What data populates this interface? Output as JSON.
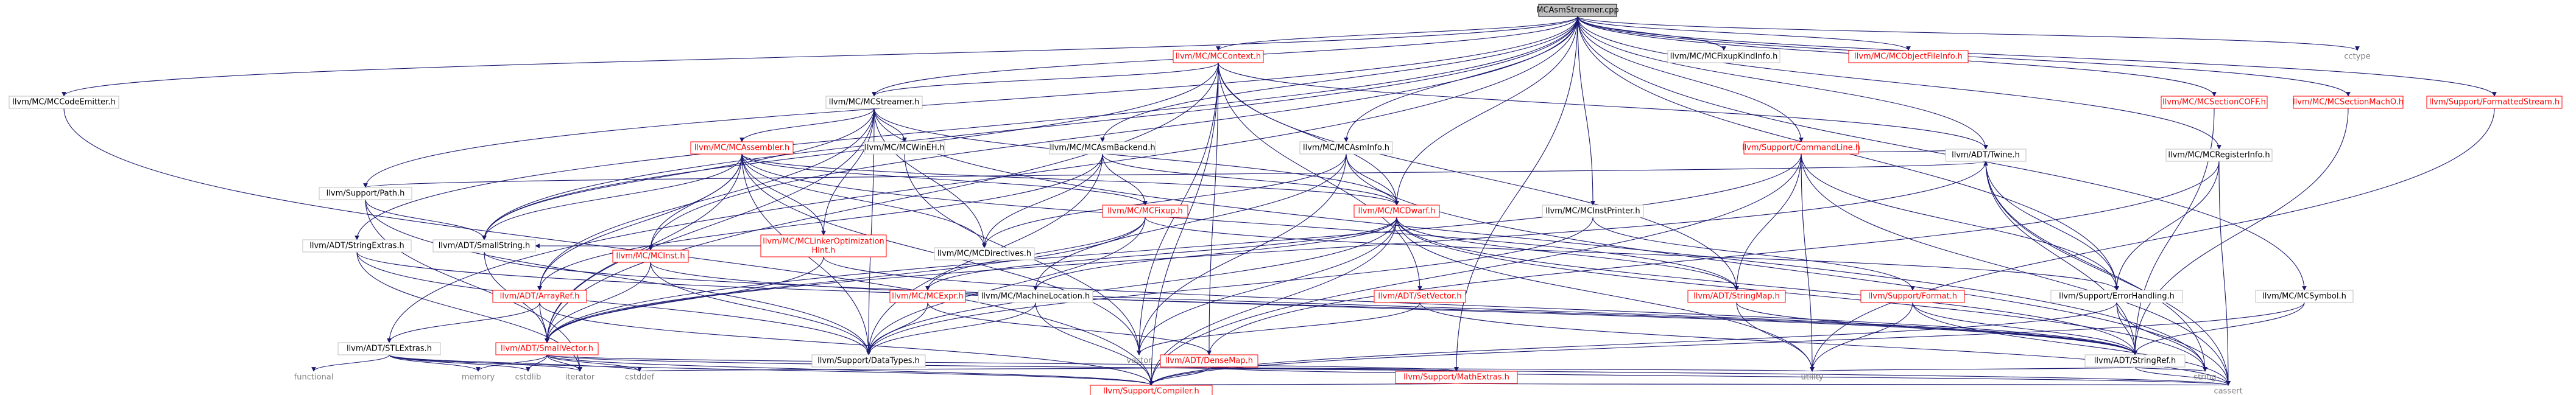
{
  "colors": {
    "edge": "#191970",
    "border_default": "#bfbfbf",
    "border_red": "#ff0000",
    "border_root": "#000000",
    "fill_default": "#ffffff",
    "fill_root": "#bfbfbf",
    "text_default": "#000000",
    "text_red": "#ff0000",
    "text_external": "#7f7f7f"
  },
  "nodes": [
    {
      "id": "root",
      "label": "MCAsmStreamer.cpp",
      "kind": "root"
    },
    {
      "id": "codeemitter",
      "label": "llvm/MC/MCCodeEmitter.h",
      "kind": "normal"
    },
    {
      "id": "path",
      "label": "llvm/Support/Path.h",
      "kind": "normal"
    },
    {
      "id": "stringextras",
      "label": "llvm/ADT/StringExtras.h",
      "kind": "normal"
    },
    {
      "id": "mccontext",
      "label": "llvm/MC/MCContext.h",
      "kind": "red"
    },
    {
      "id": "mcstreamer",
      "label": "llvm/MC/MCStreamer.h",
      "kind": "normal"
    },
    {
      "id": "mcasmbackend",
      "label": "llvm/MC/MCAsmBackend.h",
      "kind": "normal"
    },
    {
      "id": "mcasminfo",
      "label": "llvm/MC/MCAsmInfo.h",
      "kind": "normal"
    },
    {
      "id": "mcfixupkindinfo",
      "label": "llvm/MC/MCFixupKindInfo.h",
      "kind": "normal"
    },
    {
      "id": "mcinstprinter",
      "label": "llvm/MC/MCInstPrinter.h",
      "kind": "normal"
    },
    {
      "id": "commandline",
      "label": "llvm/Support/CommandLine.h",
      "kind": "red"
    },
    {
      "id": "mcobjectfileinfo",
      "label": "llvm/MC/MCObjectFileInfo.h",
      "kind": "red"
    },
    {
      "id": "twine",
      "label": "llvm/ADT/Twine.h",
      "kind": "normal"
    },
    {
      "id": "mcregisterinfo",
      "label": "llvm/MC/MCRegisterInfo.h",
      "kind": "normal"
    },
    {
      "id": "mcsectioncoff",
      "label": "llvm/MC/MCSectionCOFF.h",
      "kind": "red"
    },
    {
      "id": "mcsectionmacho",
      "label": "llvm/MC/MCSectionMachO.h",
      "kind": "red"
    },
    {
      "id": "formattedstream",
      "label": "llvm/Support/FormattedStream.h",
      "kind": "red"
    },
    {
      "id": "cctype",
      "label": "cctype",
      "kind": "external"
    },
    {
      "id": "mcassembler",
      "label": "llvm/MC/MCAssembler.h",
      "kind": "red"
    },
    {
      "id": "mcwineh",
      "label": "llvm/MC/MCWinEH.h",
      "kind": "normal"
    },
    {
      "id": "smallstring",
      "label": "llvm/ADT/SmallString.h",
      "kind": "normal"
    },
    {
      "id": "mclinkeropt",
      "label": "llvm/MC/MCLinkerOptimization\nHint.h",
      "kind": "red"
    },
    {
      "id": "mcdirectives",
      "label": "llvm/MC/MCDirectives.h",
      "kind": "normal"
    },
    {
      "id": "mcfixup",
      "label": "llvm/MC/MCFixup.h",
      "kind": "red"
    },
    {
      "id": "mcdwarf",
      "label": "llvm/MC/MCDwarf.h",
      "kind": "red"
    },
    {
      "id": "arrayref",
      "label": "llvm/ADT/ArrayRef.h",
      "kind": "red"
    },
    {
      "id": "mcinst",
      "label": "llvm/MC/MCInst.h",
      "kind": "red"
    },
    {
      "id": "mcexpr",
      "label": "llvm/MC/MCExpr.h",
      "kind": "red"
    },
    {
      "id": "mcmachineloc",
      "label": "llvm/MC/MachineLocation.h",
      "kind": "normal"
    },
    {
      "id": "setvector",
      "label": "llvm/ADT/SetVector.h",
      "kind": "red"
    },
    {
      "id": "stringmap",
      "label": "llvm/ADT/StringMap.h",
      "kind": "red"
    },
    {
      "id": "format",
      "label": "llvm/Support/Format.h",
      "kind": "red"
    },
    {
      "id": "errorhandling",
      "label": "llvm/Support/ErrorHandling.h",
      "kind": "normal"
    },
    {
      "id": "mcsymbol",
      "label": "llvm/MC/MCSymbol.h",
      "kind": "normal"
    },
    {
      "id": "stlextras",
      "label": "llvm/ADT/STLExtras.h",
      "kind": "normal"
    },
    {
      "id": "smallvector",
      "label": "llvm/ADT/SmallVector.h",
      "kind": "red"
    },
    {
      "id": "datatypes",
      "label": "llvm/Support/DataTypes.h",
      "kind": "normal"
    },
    {
      "id": "vector",
      "label": "vector",
      "kind": "external"
    },
    {
      "id": "densemap",
      "label": "llvm/ADT/DenseMap.h",
      "kind": "red"
    },
    {
      "id": "stringref",
      "label": "llvm/ADT/StringRef.h",
      "kind": "normal"
    },
    {
      "id": "functional",
      "label": "functional",
      "kind": "external"
    },
    {
      "id": "memory",
      "label": "memory",
      "kind": "external"
    },
    {
      "id": "cstdlib",
      "label": "cstdlib",
      "kind": "external"
    },
    {
      "id": "iterator",
      "label": "iterator",
      "kind": "external"
    },
    {
      "id": "cstddef",
      "label": "cstddef",
      "kind": "external"
    },
    {
      "id": "utility",
      "label": "utility",
      "kind": "external"
    },
    {
      "id": "mathextras",
      "label": "llvm/Support/MathExtras.h",
      "kind": "red"
    },
    {
      "id": "string",
      "label": "string",
      "kind": "external"
    },
    {
      "id": "compiler",
      "label": "llvm/Support/Compiler.h",
      "kind": "red"
    },
    {
      "id": "cassert",
      "label": "cassert",
      "kind": "external"
    }
  ],
  "edges": [
    [
      "root",
      "codeemitter"
    ],
    [
      "root",
      "path"
    ],
    [
      "root",
      "stringextras"
    ],
    [
      "root",
      "mccontext"
    ],
    [
      "root",
      "mcstreamer"
    ],
    [
      "root",
      "mcasmbackend"
    ],
    [
      "root",
      "mcasminfo"
    ],
    [
      "root",
      "mcfixupkindinfo"
    ],
    [
      "root",
      "mcinstprinter"
    ],
    [
      "root",
      "commandline"
    ],
    [
      "root",
      "mcobjectfileinfo"
    ],
    [
      "root",
      "twine"
    ],
    [
      "root",
      "mcregisterinfo"
    ],
    [
      "root",
      "mcsectioncoff"
    ],
    [
      "root",
      "mcsectionmacho"
    ],
    [
      "root",
      "formattedstream"
    ],
    [
      "root",
      "cctype"
    ],
    [
      "root",
      "smallstring"
    ],
    [
      "root",
      "stlextras"
    ],
    [
      "root",
      "mcdwarf"
    ],
    [
      "root",
      "mcinst"
    ],
    [
      "root",
      "errorhandling"
    ],
    [
      "root",
      "mathextras"
    ],
    [
      "root",
      "mcsymbol"
    ],
    [
      "codeemitter",
      "compiler"
    ],
    [
      "path",
      "smallstring"
    ],
    [
      "path",
      "datatypes"
    ],
    [
      "path",
      "twine"
    ],
    [
      "path",
      "iterator"
    ],
    [
      "stringextras",
      "iterator"
    ],
    [
      "stringextras",
      "stringref"
    ],
    [
      "stringextras",
      "datatypes"
    ],
    [
      "mccontext",
      "mcstreamer"
    ],
    [
      "mccontext",
      "smallstring"
    ],
    [
      "mccontext",
      "mcdwarf"
    ],
    [
      "mccontext",
      "densemap"
    ],
    [
      "mccontext",
      "setvector"
    ],
    [
      "mccontext",
      "stringmap"
    ],
    [
      "mccontext",
      "vector"
    ],
    [
      "mccontext",
      "smallvector"
    ],
    [
      "mccontext",
      "compiler"
    ],
    [
      "mccontext",
      "twine"
    ],
    [
      "mcstreamer",
      "mcassembler"
    ],
    [
      "mcstreamer",
      "mcwineh"
    ],
    [
      "mcstreamer",
      "mcdirectives"
    ],
    [
      "mcstreamer",
      "mcdwarf"
    ],
    [
      "mcstreamer",
      "mclinkeropt"
    ],
    [
      "mcstreamer",
      "smallvector"
    ],
    [
      "mcstreamer",
      "arrayref"
    ],
    [
      "mcstreamer",
      "datatypes"
    ],
    [
      "mcstreamer",
      "smallstring"
    ],
    [
      "mcstreamer",
      "string"
    ],
    [
      "mcasmbackend",
      "mcdirectives"
    ],
    [
      "mcasmbackend",
      "mcfixup"
    ],
    [
      "mcasmbackend",
      "mcdwarf"
    ],
    [
      "mcasmbackend",
      "arrayref"
    ],
    [
      "mcasmbackend",
      "datatypes"
    ],
    [
      "mcasminfo",
      "mcdirectives"
    ],
    [
      "mcasminfo",
      "mcdwarf"
    ],
    [
      "mcasminfo",
      "mcmachineloc"
    ],
    [
      "mcasminfo",
      "vector"
    ],
    [
      "mcasminfo",
      "cassert"
    ],
    [
      "mcinstprinter",
      "format"
    ],
    [
      "mcinstprinter",
      "datatypes"
    ],
    [
      "commandline",
      "twine"
    ],
    [
      "commandline",
      "stringmap"
    ],
    [
      "commandline",
      "smallvector"
    ],
    [
      "commandline",
      "compiler"
    ],
    [
      "commandline",
      "utility"
    ],
    [
      "commandline",
      "cassert"
    ],
    [
      "commandline",
      "errorhandling"
    ],
    [
      "twine",
      "smallvector"
    ],
    [
      "twine",
      "stringref"
    ],
    [
      "twine",
      "errorhandling"
    ],
    [
      "twine",
      "string"
    ],
    [
      "twine",
      "cassert"
    ],
    [
      "mcregisterinfo",
      "densemap"
    ],
    [
      "mcregisterinfo",
      "errorhandling"
    ],
    [
      "mcregisterinfo",
      "cassert"
    ],
    [
      "mcsectioncoff",
      "stringref"
    ],
    [
      "mcsectionmacho",
      "stringref"
    ],
    [
      "formattedstream",
      "utility"
    ],
    [
      "mcassembler",
      "smallstring"
    ],
    [
      "mcassembler",
      "mcdirectives"
    ],
    [
      "mcassembler",
      "mcdwarf"
    ],
    [
      "mcassembler",
      "mcfixup"
    ],
    [
      "mcassembler",
      "mcinst"
    ],
    [
      "mcassembler",
      "mclinkeropt"
    ],
    [
      "mcassembler",
      "arrayref"
    ],
    [
      "mcassembler",
      "datatypes"
    ],
    [
      "mcassembler",
      "smallvector"
    ],
    [
      "mcassembler",
      "vector"
    ],
    [
      "mcassembler",
      "stringmap"
    ],
    [
      "mcwineh",
      "vector"
    ],
    [
      "smallstring",
      "smallvector"
    ],
    [
      "smallstring",
      "stringref"
    ],
    [
      "mclinkeropt",
      "smallstring"
    ],
    [
      "mclinkeropt",
      "smallvector"
    ],
    [
      "mclinkeropt",
      "stringref"
    ],
    [
      "mcfixup",
      "mcexpr"
    ],
    [
      "mcfixup",
      "smallvector"
    ],
    [
      "mcfixup",
      "datatypes"
    ],
    [
      "mcfixup",
      "errorhandling"
    ],
    [
      "mcdwarf",
      "stringmap"
    ],
    [
      "mcdwarf",
      "mcexpr"
    ],
    [
      "mcdwarf",
      "mcmachineloc"
    ],
    [
      "mcdwarf",
      "vector"
    ],
    [
      "mcdwarf",
      "compiler"
    ],
    [
      "mcdwarf",
      "string"
    ],
    [
      "mcdwarf",
      "utility"
    ],
    [
      "mcdwarf",
      "stringref"
    ],
    [
      "mcdwarf",
      "datatypes"
    ],
    [
      "arrayref",
      "smallvector"
    ],
    [
      "arrayref",
      "stlextras"
    ],
    [
      "arrayref",
      "compiler"
    ],
    [
      "mcinst",
      "smallvector"
    ],
    [
      "mcinst",
      "datatypes"
    ],
    [
      "mcinst",
      "stringref"
    ],
    [
      "mcexpr",
      "densemap"
    ],
    [
      "mcexpr",
      "datatypes"
    ],
    [
      "mcmachineloc",
      "datatypes"
    ],
    [
      "mcmachineloc",
      "compiler"
    ],
    [
      "setvector",
      "vector"
    ],
    [
      "setvector",
      "cassert"
    ],
    [
      "stringmap",
      "stringref"
    ],
    [
      "stringmap",
      "utility"
    ],
    [
      "format",
      "stringref"
    ],
    [
      "format",
      "utility"
    ],
    [
      "format",
      "cassert"
    ],
    [
      "errorhandling",
      "stringref"
    ],
    [
      "errorhandling",
      "compiler"
    ],
    [
      "errorhandling",
      "string"
    ],
    [
      "mcsymbol",
      "stringref"
    ],
    [
      "mcsymbol",
      "compiler"
    ],
    [
      "stlextras",
      "functional"
    ],
    [
      "stlextras",
      "memory"
    ],
    [
      "stlextras",
      "cstdlib"
    ],
    [
      "stlextras",
      "iterator"
    ],
    [
      "stlextras",
      "cstddef"
    ],
    [
      "stlextras",
      "compiler"
    ],
    [
      "smallvector",
      "memory"
    ],
    [
      "smallvector",
      "cstdlib"
    ],
    [
      "smallvector",
      "iterator"
    ],
    [
      "smallvector",
      "cstddef"
    ],
    [
      "smallvector",
      "mathextras"
    ],
    [
      "smallvector",
      "compiler"
    ],
    [
      "smallvector",
      "cassert"
    ],
    [
      "densemap",
      "utility"
    ],
    [
      "densemap",
      "mathextras"
    ],
    [
      "densemap",
      "compiler"
    ],
    [
      "densemap",
      "cassert"
    ],
    [
      "densemap",
      "cstddef"
    ],
    [
      "stringref",
      "utility"
    ],
    [
      "stringref",
      "string"
    ],
    [
      "stringref",
      "cassert"
    ],
    [
      "mathextras",
      "compiler"
    ],
    [
      "mathextras",
      "cassert"
    ]
  ]
}
